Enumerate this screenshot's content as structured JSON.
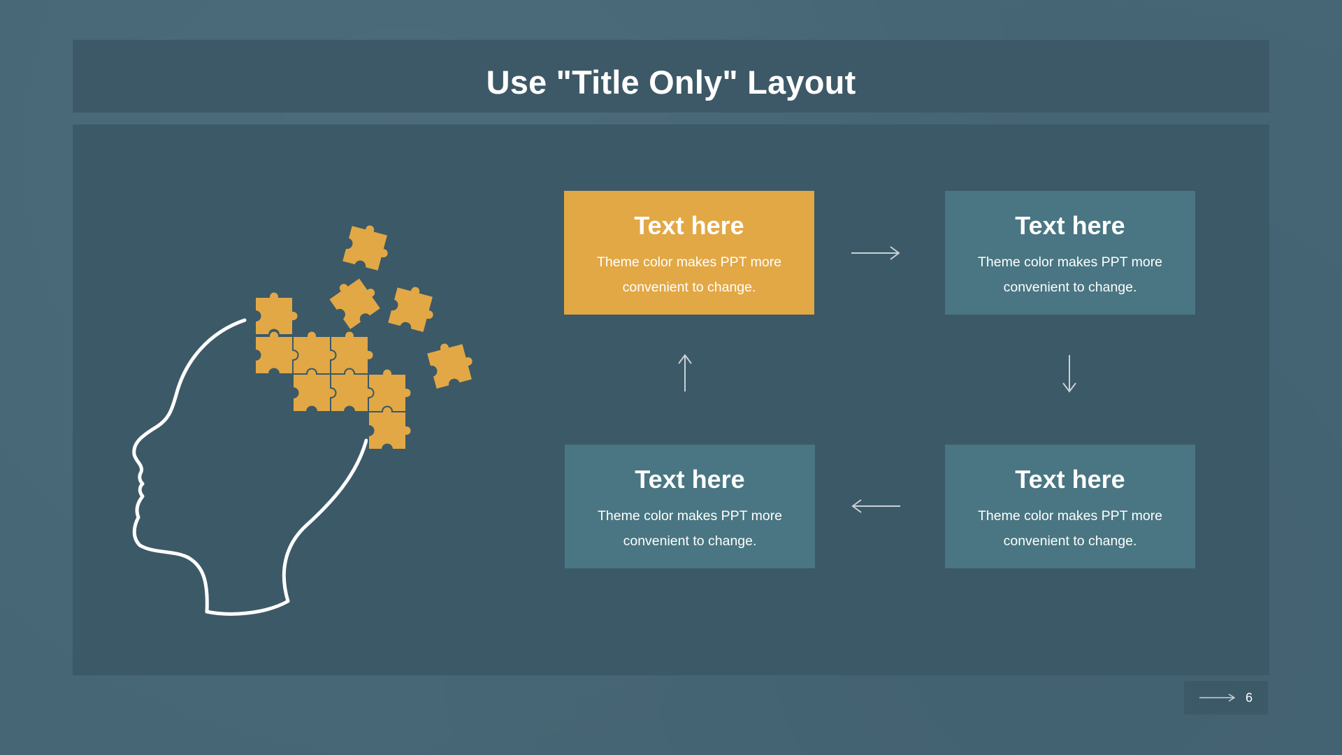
{
  "slide": {
    "title": "Use \"Title Only\" Layout",
    "page_number": "6"
  },
  "cards": [
    {
      "title": "Text here",
      "text": "Theme color makes PPT more convenient  to change.",
      "color": "#e2a845"
    },
    {
      "title": "Text here",
      "text": "Theme color makes PPT more convenient  to change.",
      "color": "#497682"
    },
    {
      "title": "Text here",
      "text": "Theme color makes PPT more convenient  to change.",
      "color": "#497682"
    },
    {
      "title": "Text here",
      "text": "Theme color makes PPT more convenient  to change.",
      "color": "#497682"
    }
  ],
  "colors": {
    "background": "#466676",
    "panel": "#3c5967",
    "accent_gold": "#e2a845",
    "accent_teal": "#497682"
  },
  "icons": [
    "head-puzzle-icon",
    "arrow-right-icon",
    "arrow-down-icon",
    "arrow-left-icon",
    "arrow-up-icon",
    "page-arrow-icon"
  ]
}
